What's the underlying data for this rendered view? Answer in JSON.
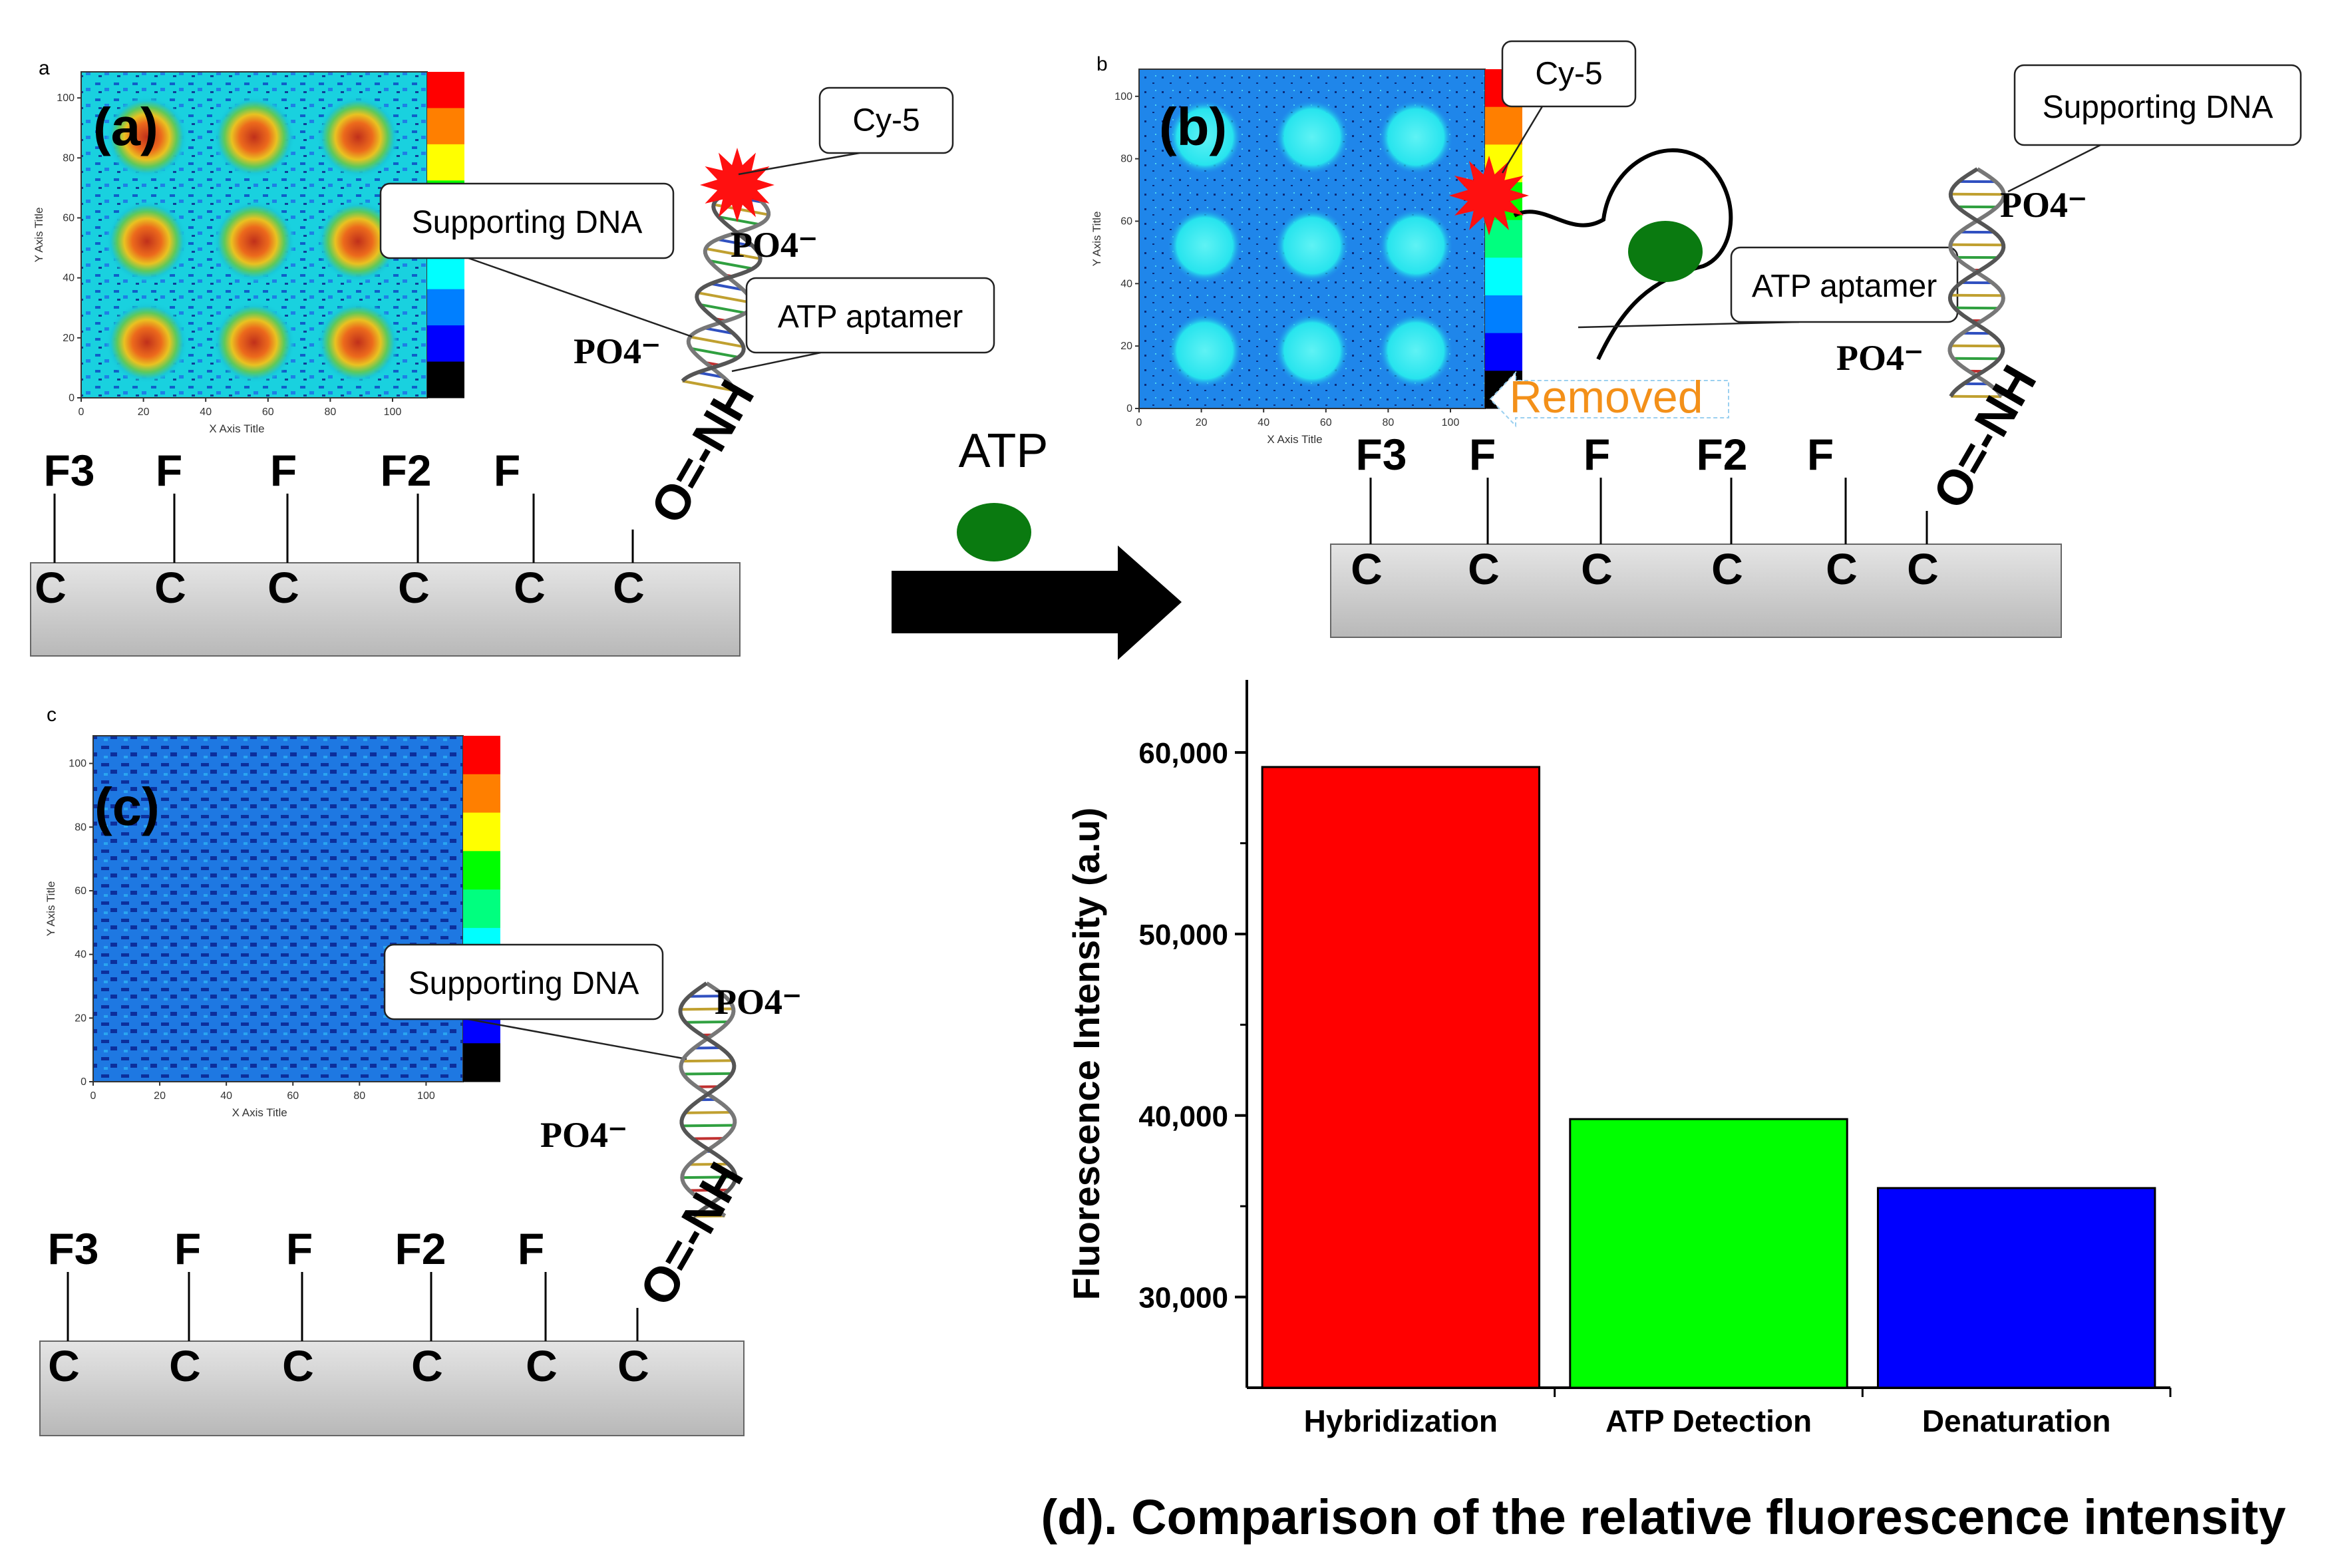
{
  "panel_a": {
    "corner": "a",
    "tag": "(a)",
    "y_axis_title": "Y Axis Title",
    "x_axis_title": "X Axis Title",
    "y_ticks": [
      "0",
      "20",
      "40",
      "60",
      "80",
      "100"
    ],
    "x_ticks": [
      "0",
      "20",
      "40",
      "60",
      "80",
      "100"
    ],
    "callout_cy5": "Cy-5",
    "callout_supporting": "Supporting DNA",
    "callout_aptamer": "ATP aptamer",
    "po4_top": "PO4⁻",
    "po4_bottom": "PO4⁻",
    "amide": "O=-NH",
    "surface_labels": [
      "F3",
      "F",
      "F",
      "F2",
      "F"
    ],
    "carbons": [
      "C",
      "C",
      "C",
      "C",
      "C",
      "C"
    ]
  },
  "arrow": {
    "label": "ATP"
  },
  "panel_b": {
    "corner": "b",
    "tag": "(b)",
    "y_axis_title": "Y Axis Title",
    "x_axis_title": "X Axis Title",
    "y_ticks": [
      "0",
      "20",
      "40",
      "60",
      "80",
      "100"
    ],
    "x_ticks": [
      "0",
      "20",
      "40",
      "60",
      "80",
      "100"
    ],
    "callout_cy5": "Cy-5",
    "callout_supporting": "Supporting DNA",
    "callout_aptamer": "ATP aptamer",
    "removed": "Removed",
    "po4_top": "PO4⁻",
    "po4_bottom": "PO4⁻",
    "amide": "O=-NH",
    "surface_labels": [
      "F3",
      "F",
      "F",
      "F2",
      "F"
    ],
    "carbons": [
      "C",
      "C",
      "C",
      "C",
      "C",
      "C"
    ]
  },
  "panel_c": {
    "corner": "c",
    "tag": "(c)",
    "y_axis_title": "Y Axis Title",
    "x_axis_title": "X Axis Title",
    "y_ticks": [
      "0",
      "20",
      "40",
      "60",
      "80",
      "100"
    ],
    "x_ticks": [
      "0",
      "20",
      "40",
      "60",
      "80",
      "100"
    ],
    "callout_supporting": "Supporting DNA",
    "po4_top": "PO4⁻",
    "po4_bottom": "PO4⁻",
    "amide": "O=-NH",
    "surface_labels": [
      "F3",
      "F",
      "F",
      "F2",
      "F"
    ],
    "carbons": [
      "C",
      "C",
      "C",
      "C",
      "C",
      "C"
    ]
  },
  "panel_d": {
    "caption": "(d). Comparison of the relative fluorescence intensity"
  },
  "chart_data": {
    "type": "bar",
    "categories": [
      "Hybridization",
      "ATP Detection",
      "Denaturation"
    ],
    "values": [
      59200,
      39800,
      36000
    ],
    "colors": [
      "#ff0000",
      "#00ff00",
      "#0000ff"
    ],
    "ylabel": "Fluorescence Intensity (a.u)",
    "xlabel": "",
    "ylim": [
      25000,
      64000
    ],
    "yticks": [
      30000,
      40000,
      50000,
      60000
    ],
    "ytick_labels": [
      "30,000",
      "40,000",
      "50,000",
      "60,000"
    ]
  }
}
